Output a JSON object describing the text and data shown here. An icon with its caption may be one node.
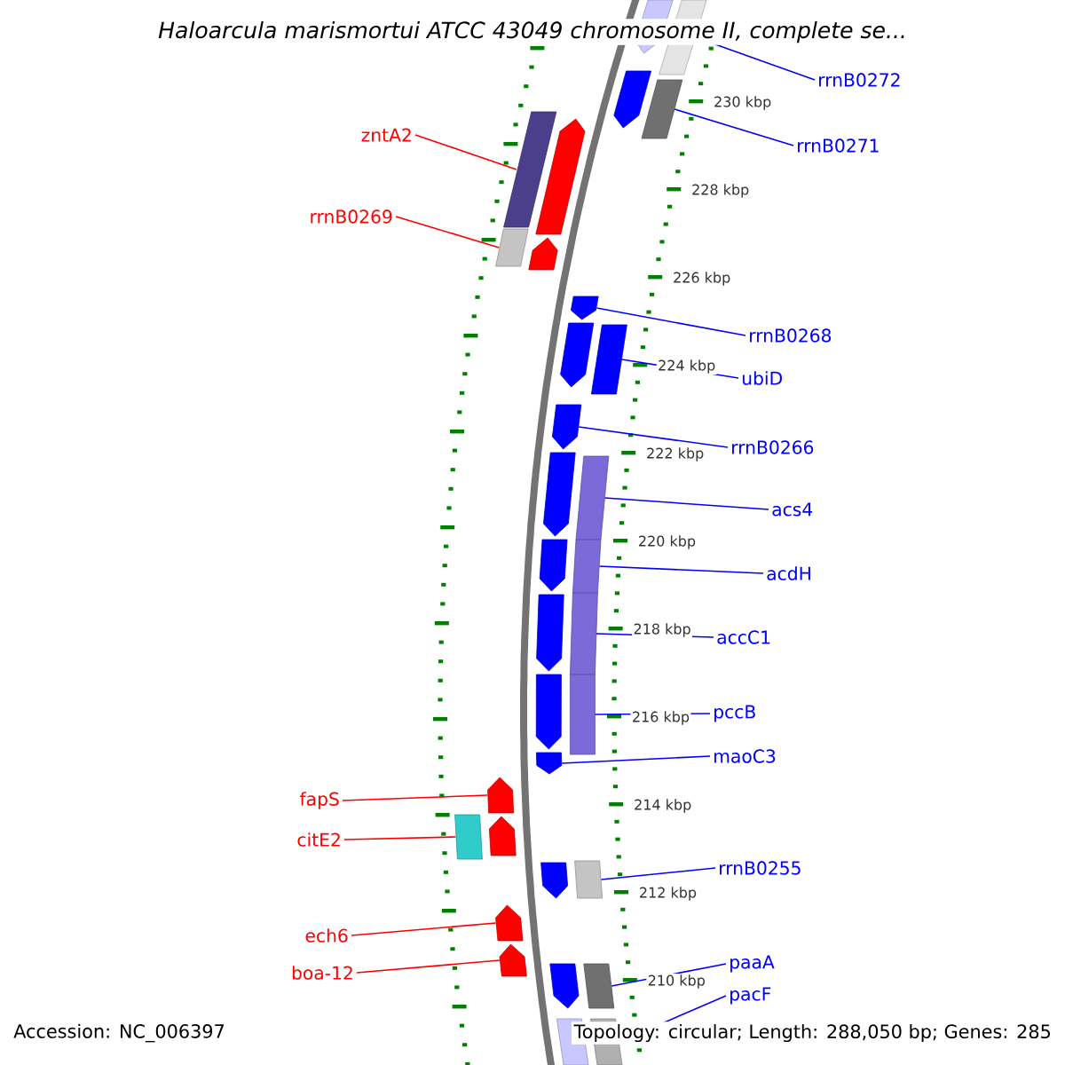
{
  "diagram": {
    "title": "Haloarcula marismortui ATCC 43049 chromosome II, complete se...",
    "nodes": [
      {
        "text": [
          "rrnB0272"
        ]
      },
      {
        "text": [
          "zntA2"
        ]
      },
      {
        "text": [
          "rrnB0271"
        ]
      },
      {
        "text": [
          "rrnB0269"
        ]
      },
      {
        "text": [
          "rrnB0268"
        ]
      },
      {
        "text": [
          "ubiD"
        ]
      },
      {
        "text": [
          "rrnB0266"
        ]
      },
      {
        "text": [
          "acs4"
        ]
      },
      {
        "text": [
          "acdH"
        ]
      },
      {
        "text": [
          "accC1"
        ]
      },
      {
        "text": [
          "pccB"
        ]
      },
      {
        "text": [
          "maoC3"
        ]
      },
      {
        "text": [
          "fapS"
        ]
      },
      {
        "text": [
          "citE2"
        ]
      },
      {
        "text": [
          "rrnB0255"
        ]
      },
      {
        "text": [
          "ech6"
        ]
      },
      {
        "text": [
          "paaA"
        ]
      },
      {
        "text": [
          "boa-12"
        ]
      },
      {
        "text": [
          "pacF"
        ]
      },
      {
        "text": [],
        "shape": "pentagon"
      },
      {
        "text": [],
        "shape": "box"
      },
      {
        "text": [],
        "shape": "pentagon"
      },
      {
        "text": [],
        "shape": "box"
      },
      {
        "text": [],
        "shape": "box"
      },
      {
        "text": [],
        "shape": "pentagon"
      },
      {
        "text": [],
        "shape": "box"
      },
      {
        "text": [],
        "shape": "pentagon"
      },
      {
        "text": [],
        "shape": "pentagon"
      },
      {
        "text": [],
        "shape": "pentagon"
      },
      {
        "text": [],
        "shape": "box"
      },
      {
        "text": [],
        "shape": "pentagon"
      },
      {
        "text": [],
        "shape": "pentagon"
      },
      {
        "text": [],
        "shape": "box"
      },
      {
        "text": [],
        "shape": "pentagon"
      },
      {
        "text": [],
        "shape": "box"
      },
      {
        "text": [],
        "shape": "box"
      },
      {
        "text": [],
        "shape": "pentagon"
      },
      {
        "text": [],
        "shape": "pentagon"
      },
      {
        "text": [],
        "shape": "box"
      },
      {
        "text": [],
        "shape": "pentagon"
      },
      {
        "text": [],
        "shape": "pentagon"
      },
      {
        "text": [],
        "shape": "box"
      },
      {
        "text": [],
        "shape": "pentagon"
      },
      {
        "text": [],
        "shape": "box"
      },
      {
        "text": [],
        "shape": "pentagon"
      },
      {
        "text": [],
        "shape": "pentagon"
      },
      {
        "text": [],
        "shape": "pentagon"
      },
      {
        "text": [],
        "shape": "pentagon"
      },
      {
        "text": [],
        "shape": "box"
      },
      {
        "text": [],
        "shape": "box"
      },
      {
        "text": [],
        "shape": "box"
      }
    ],
    "edges": [
      {
        "from": 0,
        "to": 20,
        "arrow": "none"
      },
      {
        "from": 1,
        "to": 23,
        "arrow": "none",
        "color": "#ff0000"
      },
      {
        "from": 2,
        "to": 22,
        "arrow": "none"
      },
      {
        "from": 3,
        "to": 25,
        "arrow": "none",
        "color": "#ff0000"
      },
      {
        "from": 4,
        "to": 27,
        "arrow": "none"
      },
      {
        "from": 5,
        "to": 29,
        "arrow": "none"
      },
      {
        "from": 6,
        "to": 30,
        "arrow": "none"
      },
      {
        "from": 7,
        "to": 32,
        "arrow": "none"
      },
      {
        "from": 8,
        "to": 34,
        "arrow": "none"
      },
      {
        "from": 9,
        "to": 35,
        "arrow": "none"
      },
      {
        "from": 10,
        "to": 38,
        "arrow": "none"
      },
      {
        "from": 11,
        "to": 39,
        "arrow": "none"
      },
      {
        "from": 12,
        "to": 40,
        "arrow": "none",
        "color": "#ff0000"
      },
      {
        "from": 13,
        "to": 41,
        "arrow": "none",
        "color": "#ff0000"
      },
      {
        "from": 14,
        "to": 43,
        "arrow": "none"
      },
      {
        "from": 15,
        "to": 45,
        "arrow": "none",
        "color": "#ff0000"
      },
      {
        "from": 16,
        "to": 48,
        "arrow": "none"
      },
      {
        "from": 17,
        "to": 46,
        "arrow": "none",
        "color": "#ff0000"
      },
      {
        "from": 18,
        "to": 50,
        "arrow": "none"
      }
    ],
    "labels": [
      "230 kbp",
      "228 kbp",
      "226 kbp",
      "224 kbp",
      "222 kbp",
      "220 kbp",
      "218 kbp",
      "216 kbp",
      "214 kbp",
      "212 kbp",
      "210 kbp",
      "Accession: NC_006397",
      "Topology: circular; Length: 288,050 bp; Genes: 285"
    ]
  }
}
